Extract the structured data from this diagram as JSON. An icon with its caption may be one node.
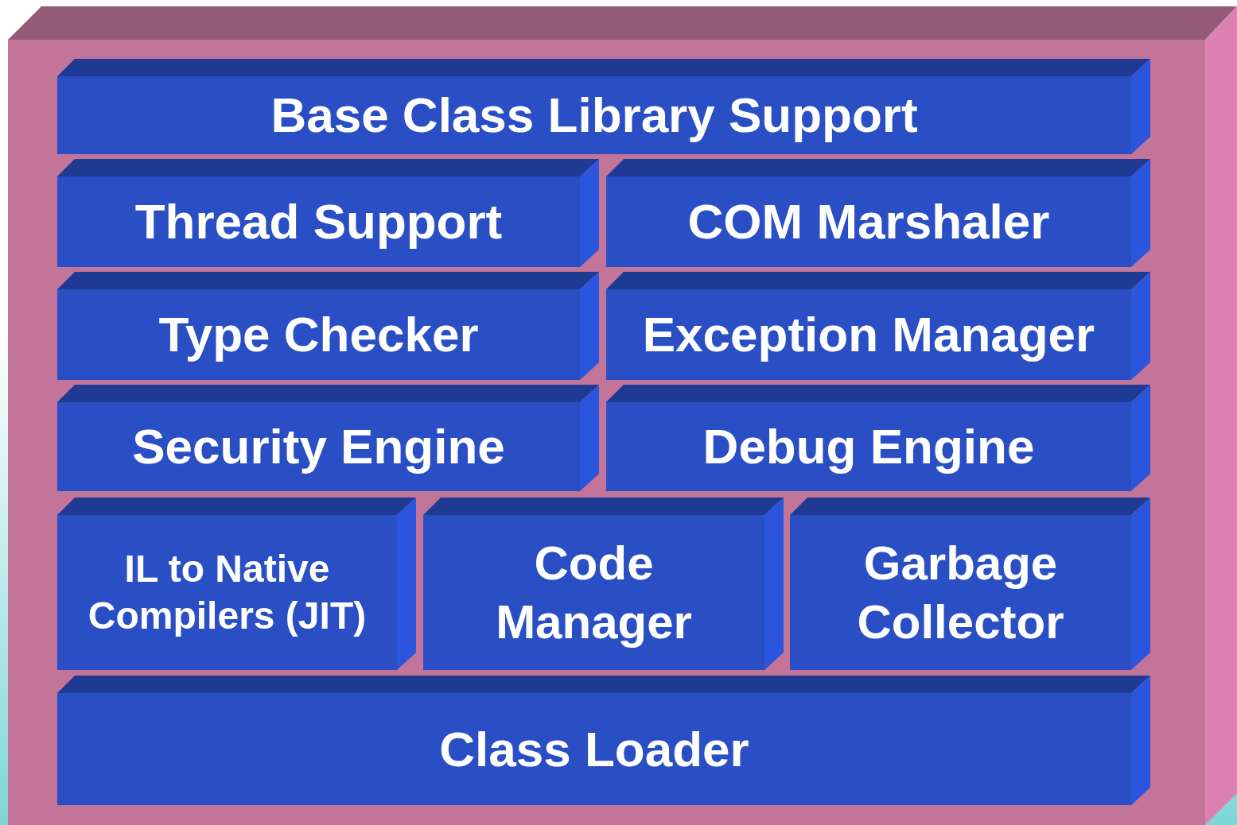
{
  "diagram": {
    "nodes": [
      {
        "text": [],
        "shape": "box"
      },
      {
        "text": [
          "Base Class Library Support"
        ],
        "in": 0
      },
      {
        "text": [
          "Thread Support"
        ],
        "in": 0
      },
      {
        "text": [
          "COM Marshaler"
        ],
        "in": 0
      },
      {
        "text": [
          "Type Checker"
        ],
        "in": 0
      },
      {
        "text": [
          "Exception Manager"
        ],
        "in": 0
      },
      {
        "text": [
          "Security Engine"
        ],
        "in": 0
      },
      {
        "text": [
          "Debug Engine"
        ],
        "in": 0
      },
      {
        "text": [
          "IL to Native Compilers (JIT)"
        ],
        "in": 0
      },
      {
        "text": [
          "Code Manager"
        ],
        "in": 0
      },
      {
        "text": [
          "Garbage Collector"
        ],
        "in": 0
      },
      {
        "text": [
          "Class Loader"
        ],
        "in": 0
      }
    ]
  }
}
